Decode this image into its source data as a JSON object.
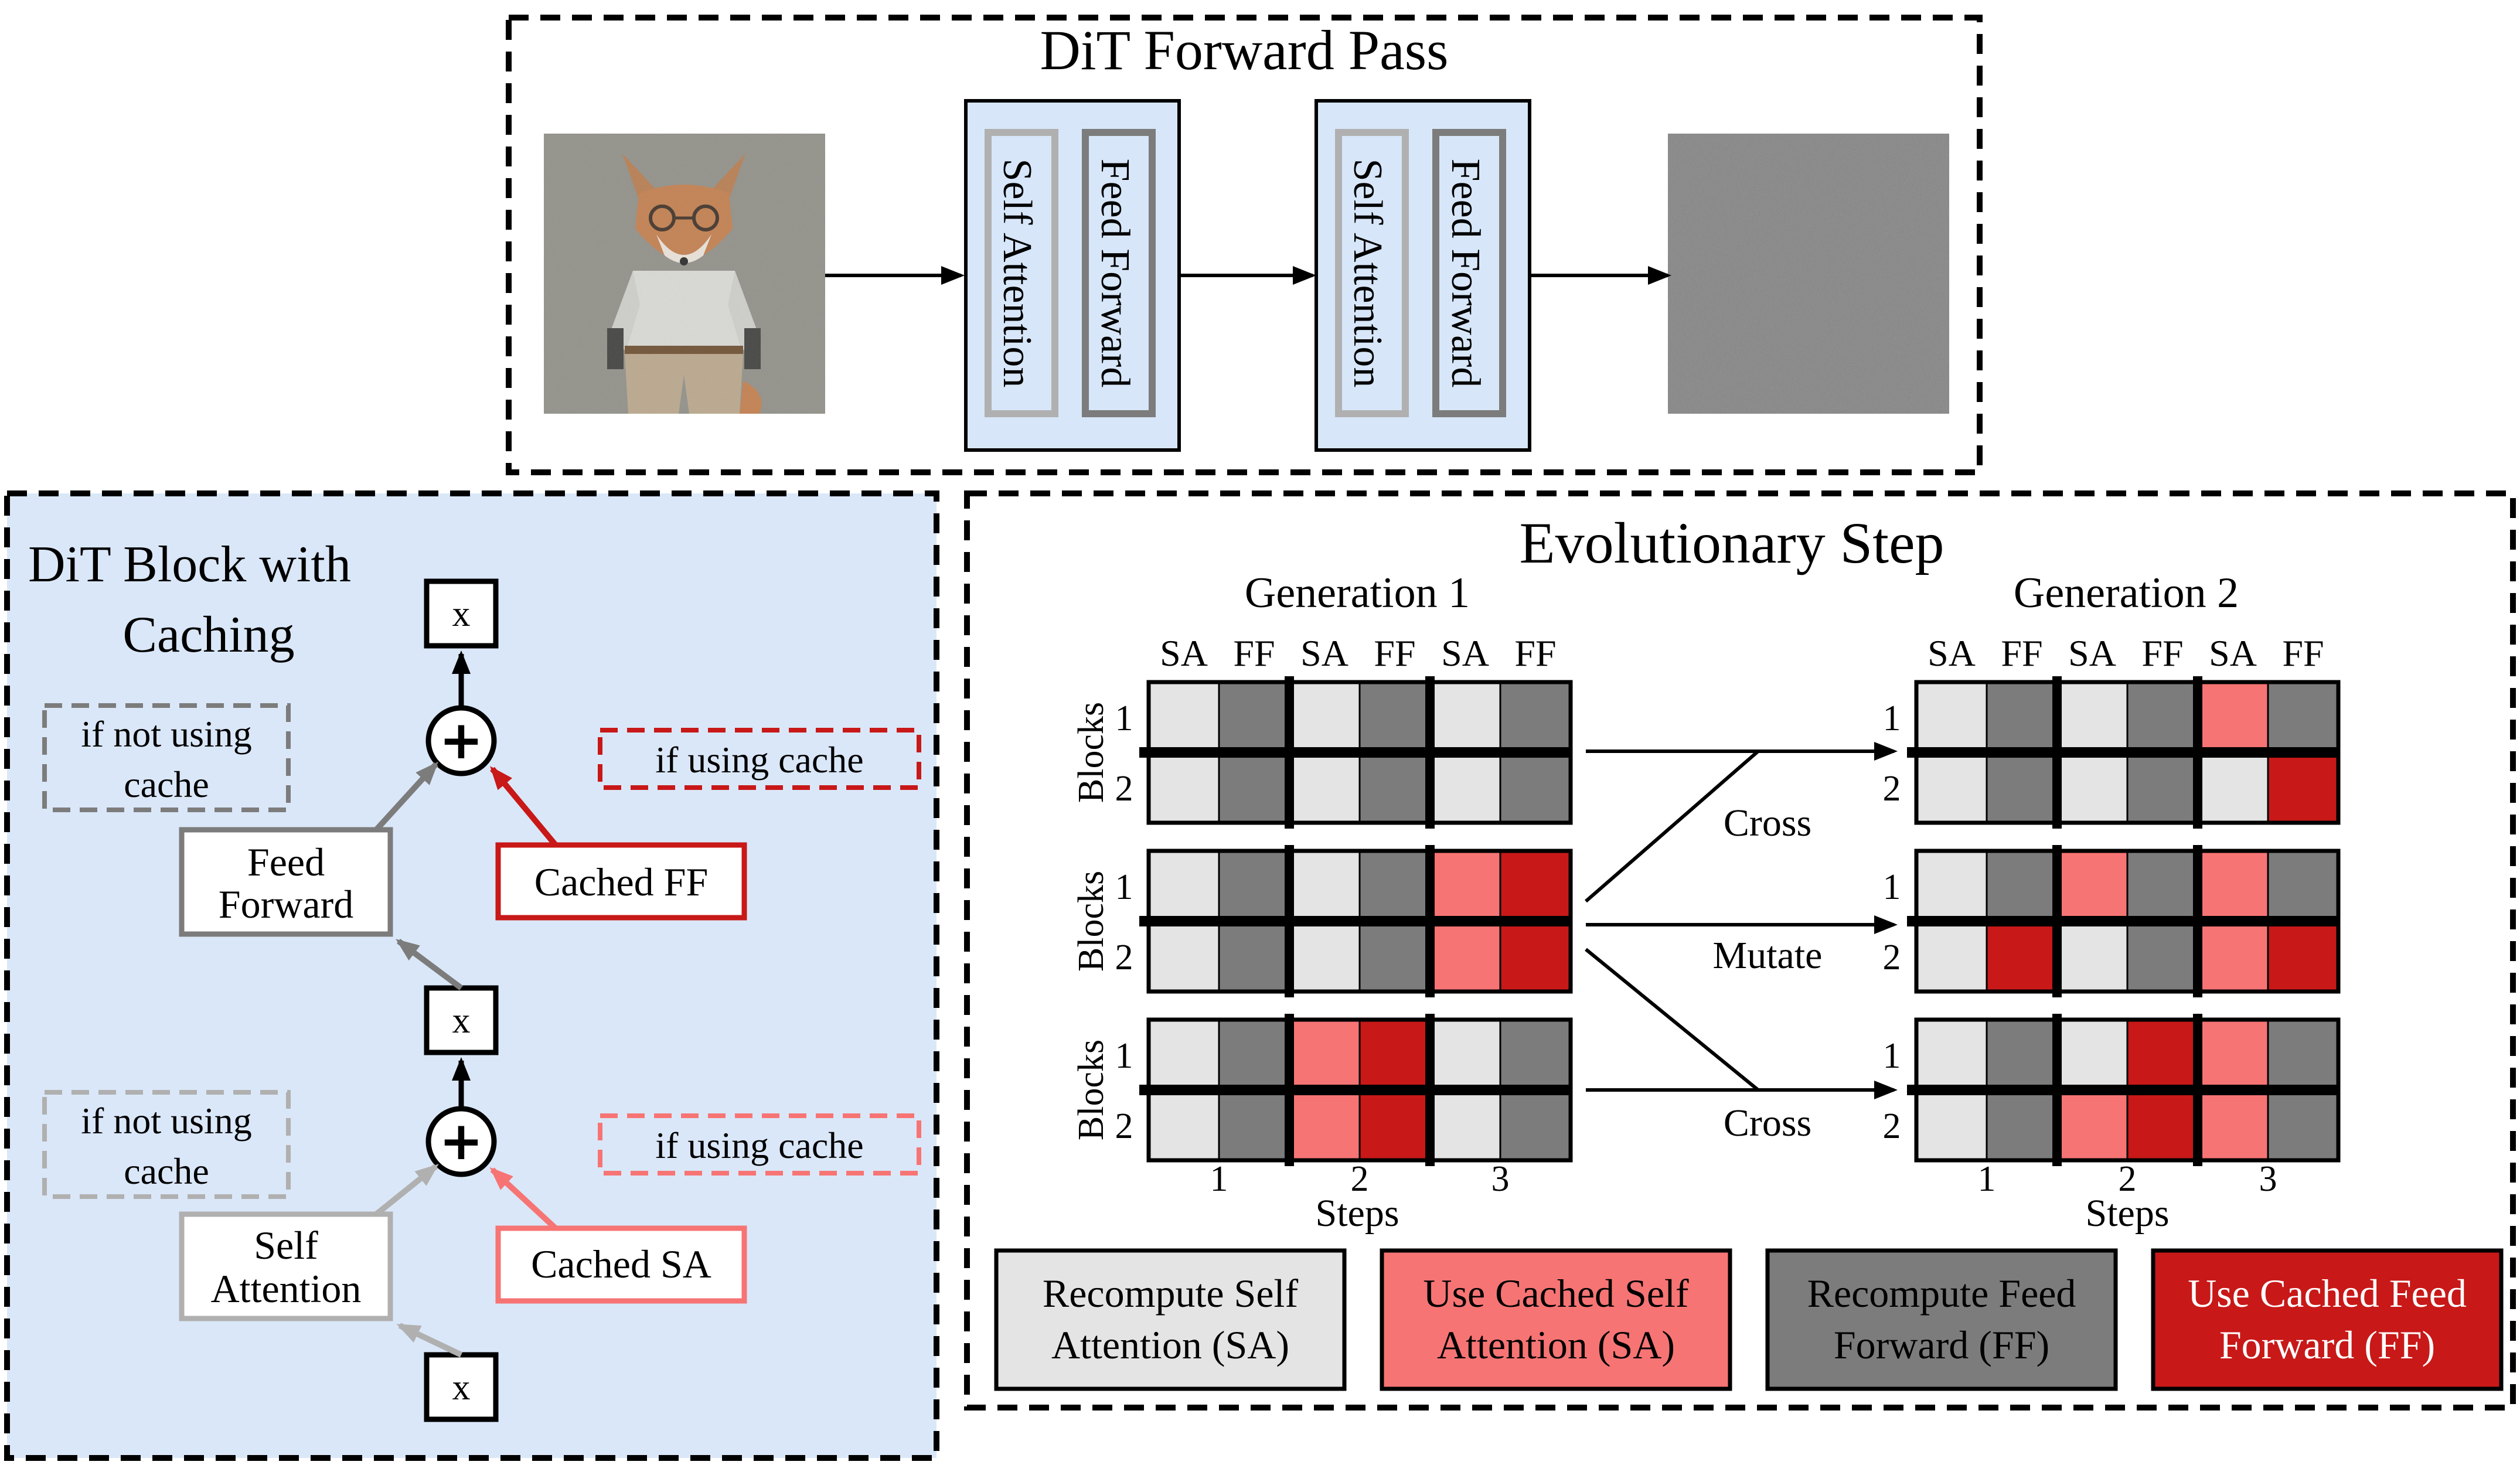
{
  "forward_pass": {
    "title": "DiT Forward Pass",
    "blocks": [
      {
        "sa_label": "Self Attention",
        "ff_label": "Feed Forward"
      },
      {
        "sa_label": "Self Attention",
        "ff_label": "Feed Forward"
      }
    ]
  },
  "dit_block": {
    "title_line1": "DiT Block with",
    "title_line2": "Caching",
    "x_label": "x",
    "plus_label": "+",
    "feed_forward_line1": "Feed",
    "feed_forward_line2": "Forward",
    "self_attention_line1": "Self",
    "self_attention_line2": "Attention",
    "cached_ff": "Cached FF",
    "cached_sa": "Cached SA",
    "not_using_cache_line1": "if not using",
    "not_using_cache_line2": "cache",
    "using_cache": "if using cache"
  },
  "evolutionary": {
    "title": "Evolutionary Step",
    "generations": [
      {
        "title": "Generation 1",
        "steps_label": "Steps"
      },
      {
        "title": "Generation 2",
        "steps_label": "Steps"
      }
    ],
    "column_labels": [
      "SA",
      "FF",
      "SA",
      "FF",
      "SA",
      "FF"
    ],
    "step_numbers": [
      "1",
      "2",
      "3"
    ],
    "blocks_label": "Blocks",
    "row_numbers": [
      "1",
      "2"
    ],
    "operations": [
      "Cross",
      "Mutate",
      "Cross"
    ],
    "grids_gen1": [
      [
        [
          "rsa",
          "rff",
          "rsa",
          "rff",
          "rsa",
          "rff"
        ],
        [
          "rsa",
          "rff",
          "rsa",
          "rff",
          "rsa",
          "rff"
        ]
      ],
      [
        [
          "rsa",
          "rff",
          "rsa",
          "rff",
          "csa",
          "cff"
        ],
        [
          "rsa",
          "rff",
          "rsa",
          "rff",
          "csa",
          "cff"
        ]
      ],
      [
        [
          "rsa",
          "rff",
          "csa",
          "cff",
          "rsa",
          "rff"
        ],
        [
          "rsa",
          "rff",
          "csa",
          "cff",
          "rsa",
          "rff"
        ]
      ]
    ],
    "grids_gen2": [
      [
        [
          "rsa",
          "rff",
          "rsa",
          "rff",
          "csa",
          "rff"
        ],
        [
          "rsa",
          "rff",
          "rsa",
          "rff",
          "rsa",
          "cff"
        ]
      ],
      [
        [
          "rsa",
          "rff",
          "csa",
          "rff",
          "csa",
          "rff"
        ],
        [
          "rsa",
          "cff",
          "rsa",
          "rff",
          "csa",
          "cff"
        ]
      ],
      [
        [
          "rsa",
          "rff",
          "rsa",
          "cff",
          "csa",
          "rff"
        ],
        [
          "rsa",
          "rff",
          "csa",
          "cff",
          "csa",
          "rff"
        ]
      ]
    ]
  },
  "legend": [
    {
      "key": "rsa",
      "line1": "Recompute Self",
      "line2": "Attention (SA)",
      "text_color": "#000000"
    },
    {
      "key": "csa",
      "line1": "Use Cached Self",
      "line2": "Attention (SA)",
      "text_color": "#000000"
    },
    {
      "key": "rff",
      "line1": "Recompute Feed",
      "line2": "Forward (FF)",
      "text_color": "#000000"
    },
    {
      "key": "cff",
      "line1": "Use Cached Feed",
      "line2": "Forward (FF)",
      "text_color": "#ffffff"
    }
  ],
  "colors": {
    "rsa": "#e4e4e4",
    "csa": "#f77474",
    "rff": "#7c7c7c",
    "cff": "#c81818",
    "panel_blue": "#dae7f8",
    "block_blue": "#d7e6f8",
    "arrow_dark_gray": "#7c7c7c",
    "arrow_light_gray": "#b0b0b0",
    "arrow_red": "#c81818",
    "arrow_pink": "#f77474"
  }
}
